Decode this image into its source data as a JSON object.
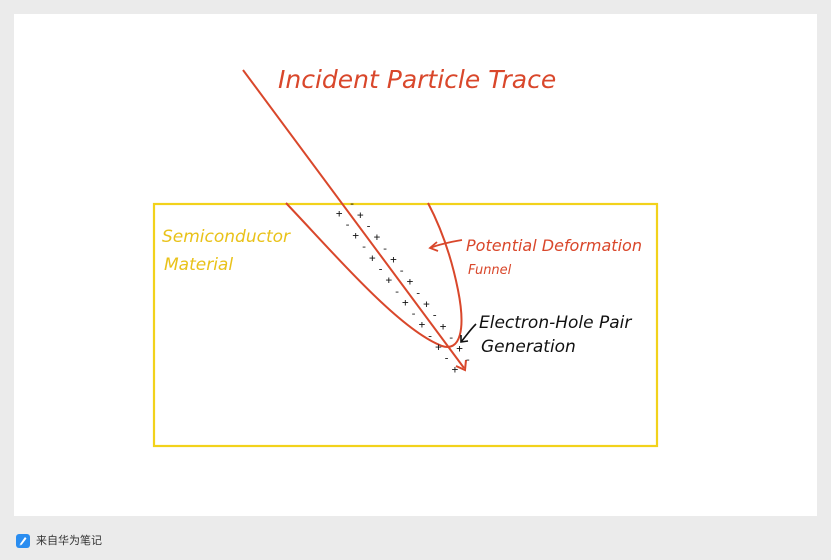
{
  "diagram": {
    "title": "Incident Particle Trace",
    "labels": {
      "material_line1": "Semiconductor",
      "material_line2": "Material",
      "funnel_line1": "Potential Deformation",
      "funnel_line2": "Funnel",
      "pair_line1": "Electron-Hole Pair",
      "pair_line2": "Generation"
    },
    "charge_marks": {
      "plus": "+",
      "minus": "-"
    },
    "colors": {
      "trace": "#d9472b",
      "material": "#f2d21b",
      "material_text": "#e9c21a",
      "ink": "#111111"
    }
  },
  "footer": {
    "icon": "huawei-notes-icon",
    "text": "来自华为笔记"
  }
}
